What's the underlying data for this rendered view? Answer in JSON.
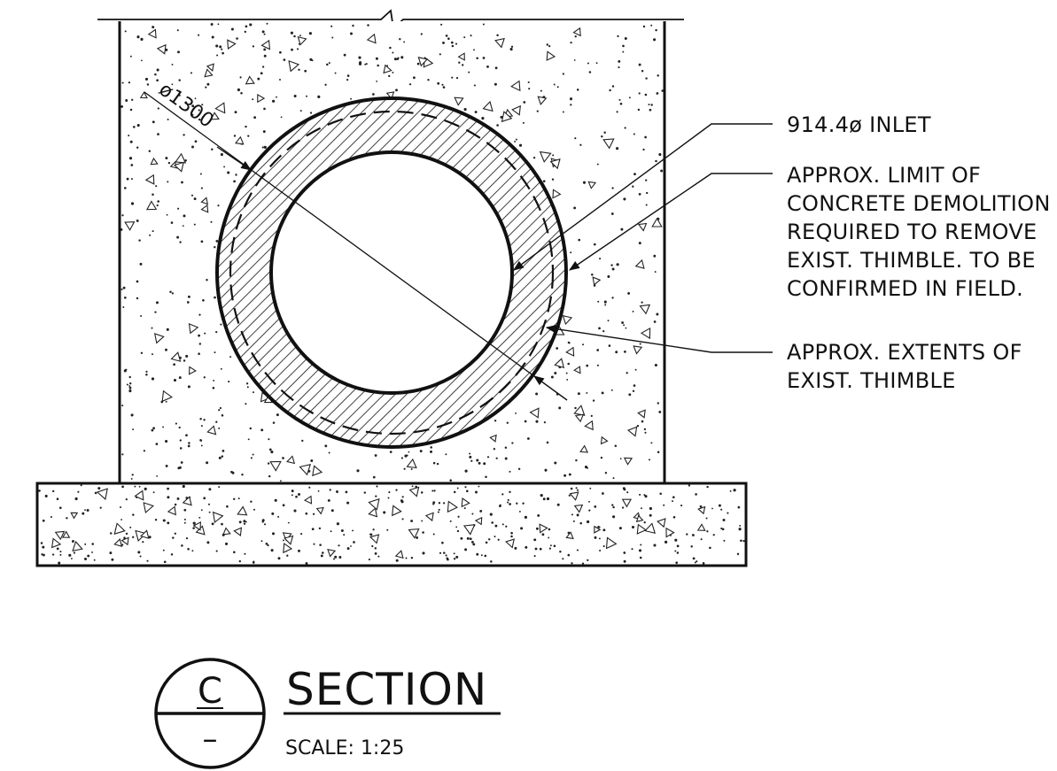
{
  "dimension": {
    "diameter_label": "ø1300"
  },
  "callouts": {
    "inlet": [
      "914.4ø INLET"
    ],
    "demolition": [
      "APPROX. LIMIT OF",
      "CONCRETE DEMOLITION",
      "REQUIRED TO REMOVE",
      "EXIST. THIMBLE. TO BE",
      "CONFIRMED IN FIELD."
    ],
    "thimble": [
      "APPROX. EXTENTS OF",
      "EXIST. THIMBLE"
    ]
  },
  "section_marker": {
    "letter": "C",
    "sheet": "–"
  },
  "title": {
    "text": "SECTION",
    "scale": "SCALE: 1:25"
  },
  "colors": {
    "line": "#111111",
    "background": "#ffffff"
  }
}
